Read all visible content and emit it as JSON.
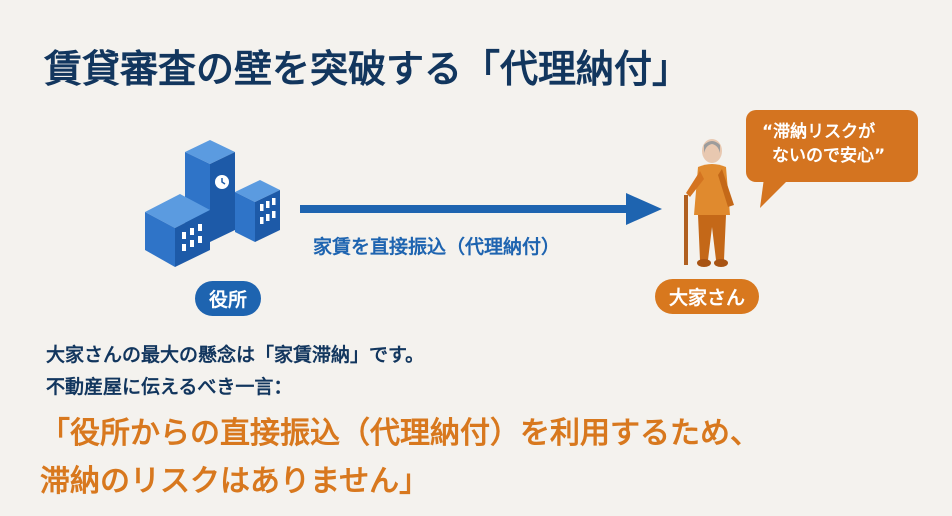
{
  "title": "賃貸審査の壁を突破する「代理納付」",
  "diagram": {
    "source": {
      "label": "役所",
      "icon": "government-building-icon"
    },
    "arrow": {
      "label": "家賃を直接振込（代理納付）",
      "icon": "arrow-right-icon"
    },
    "target": {
      "label": "大家さん",
      "icon": "elderly-landlord-icon"
    },
    "speech_bubble": {
      "line1": "“滞納リスクが",
      "line2": "ないので安心”"
    }
  },
  "body": {
    "line1": "大家さんの最大の懸念は「家賃滞納」です。",
    "line2": "不動産屋に伝えるべき一言：",
    "quote_line1": "「役所からの直接振込（代理納付）を利用するため、",
    "quote_line2": "滞納のリスクはありません」"
  },
  "colors": {
    "background": "#f4f2ee",
    "navy": "#12365e",
    "blue": "#1e64b0",
    "orange": "#d8781e"
  }
}
